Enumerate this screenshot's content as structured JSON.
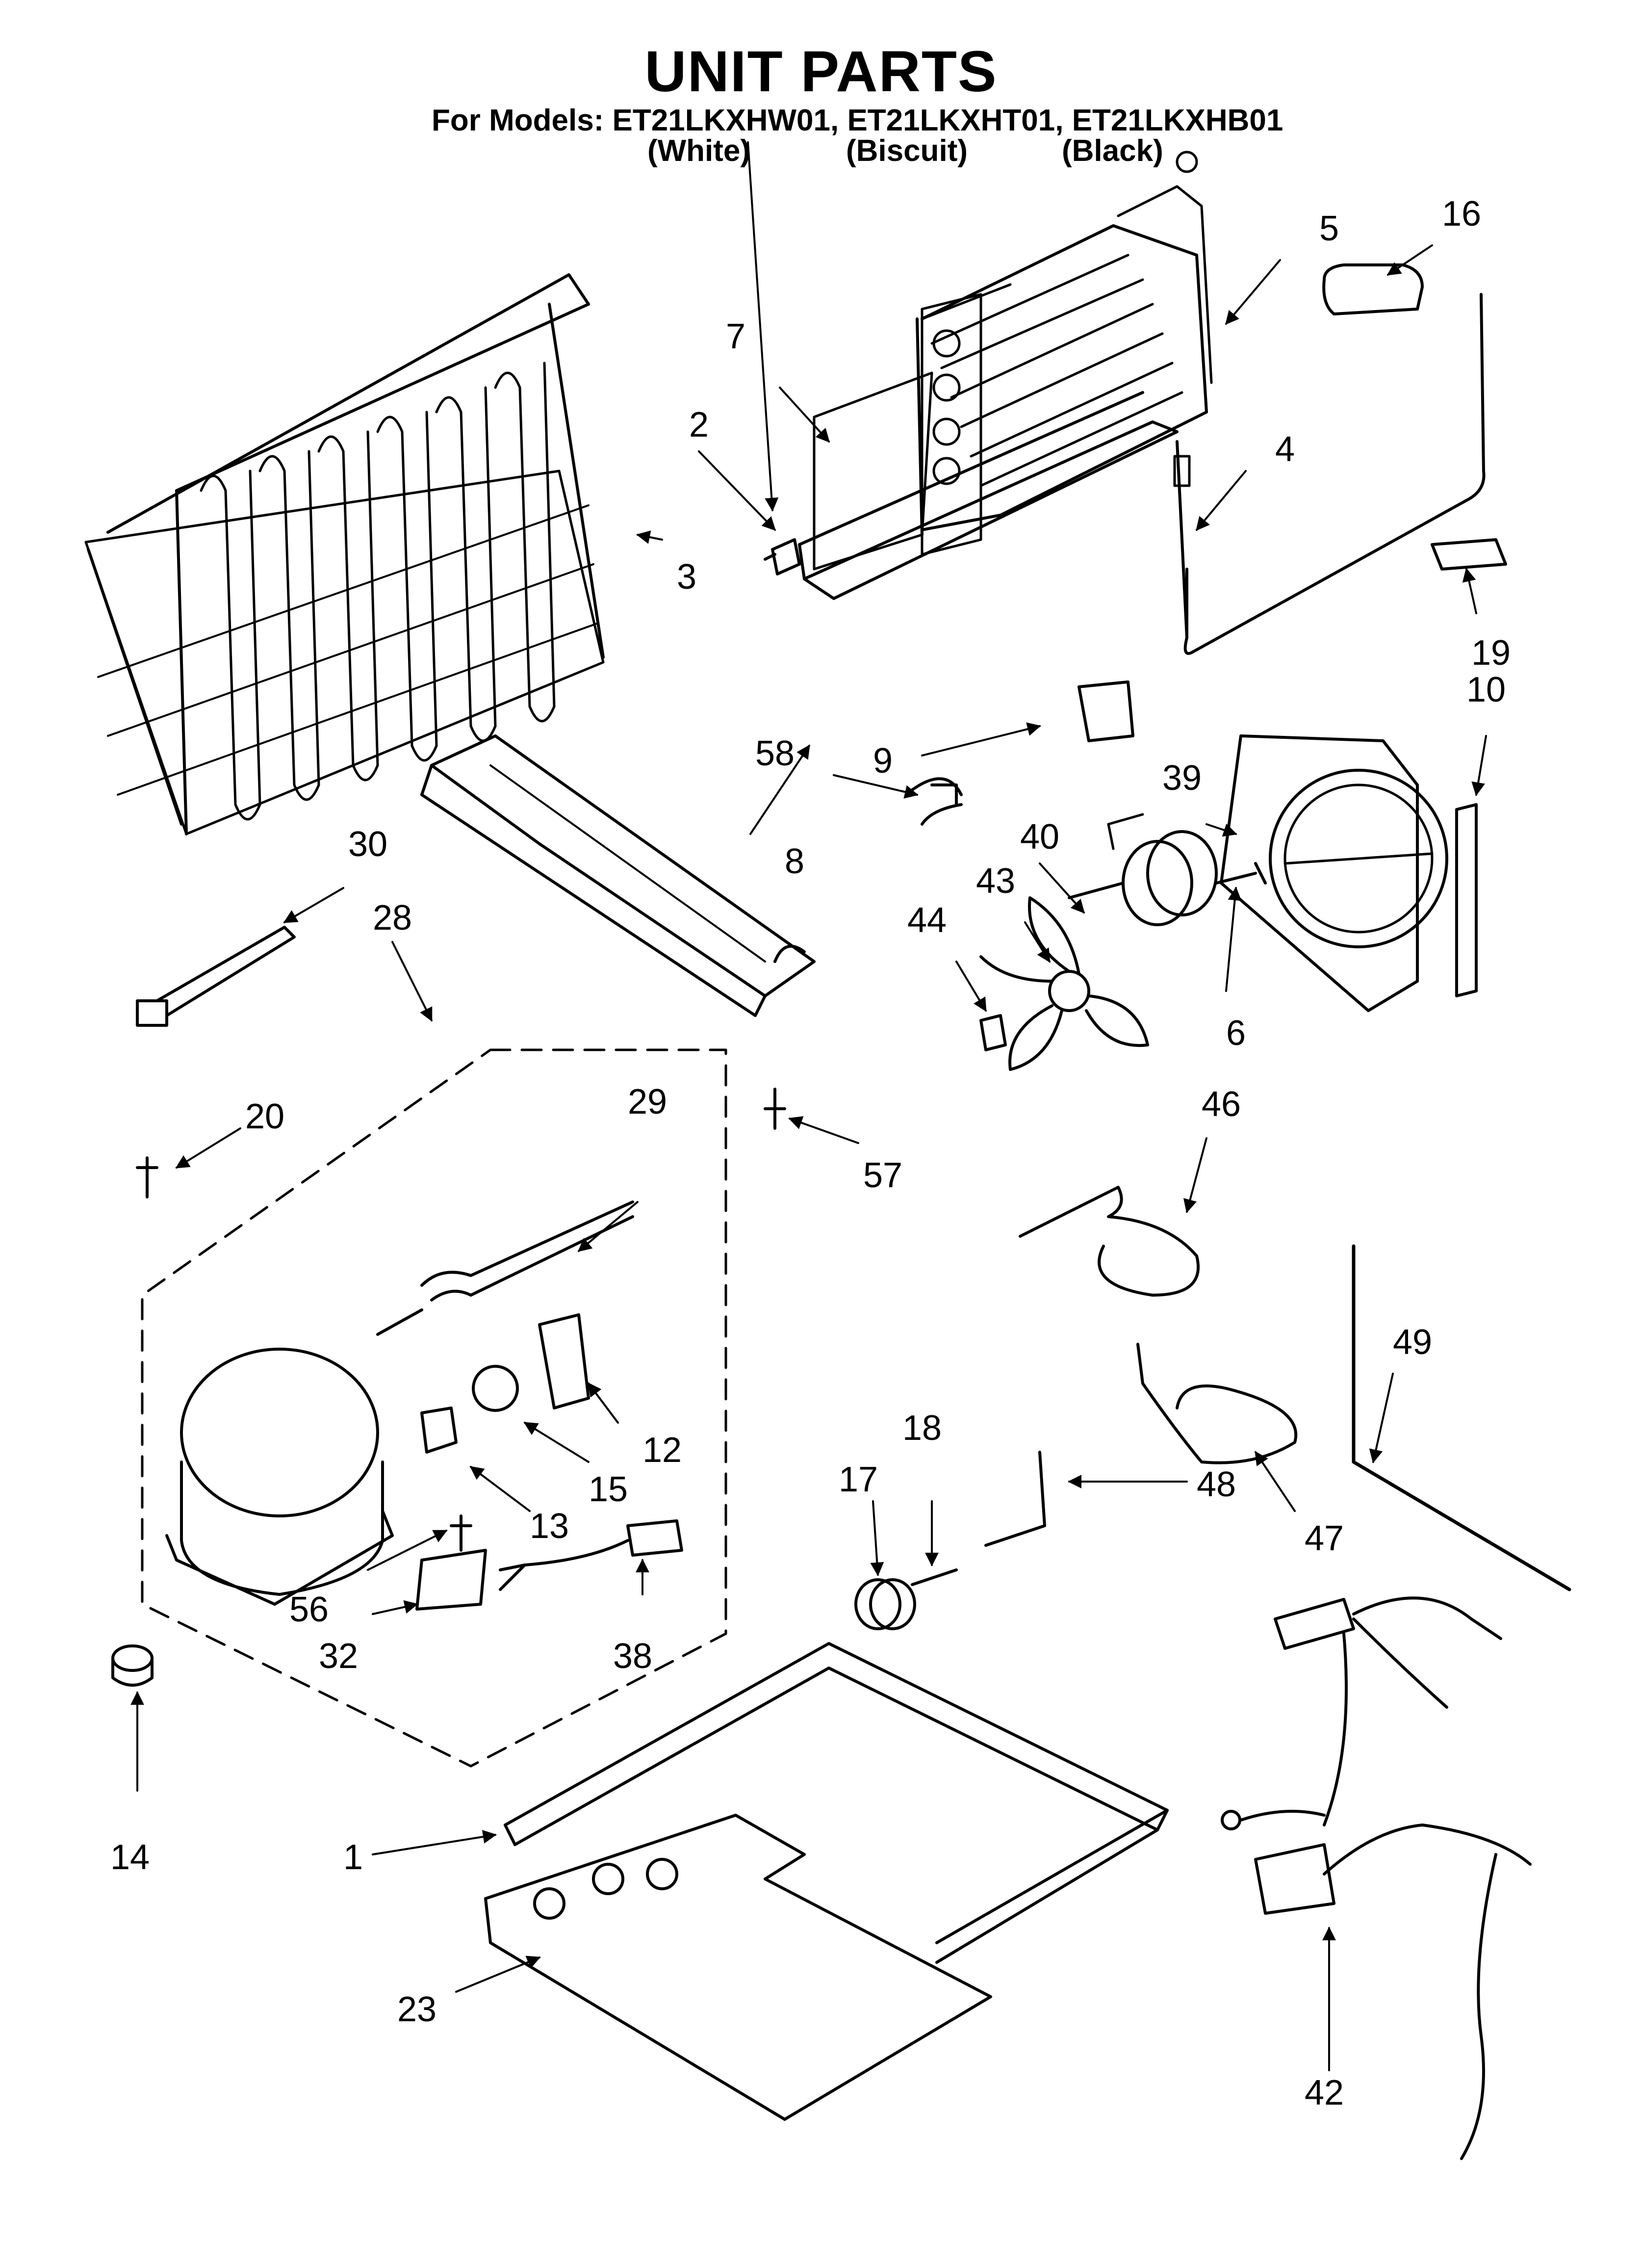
{
  "header": {
    "title": "UNIT PARTS",
    "models_line": "For Models: ET21LKXHW01, ET21LKXHT01, ET21LKXHB01",
    "variants": [
      "(White)",
      "(Biscuit)",
      "(Black)"
    ]
  },
  "callouts": [
    "1",
    "2",
    "3",
    "4",
    "5",
    "6",
    "7",
    "8",
    "9",
    "10",
    "12",
    "13",
    "14",
    "15",
    "16",
    "17",
    "18",
    "19",
    "20",
    "23",
    "28",
    "29",
    "30",
    "32",
    "38",
    "39",
    "40",
    "42",
    "43",
    "44",
    "46",
    "47",
    "48",
    "49",
    "56",
    "57",
    "58"
  ],
  "colors": {
    "ink": "#000000",
    "paper": "#ffffff"
  }
}
